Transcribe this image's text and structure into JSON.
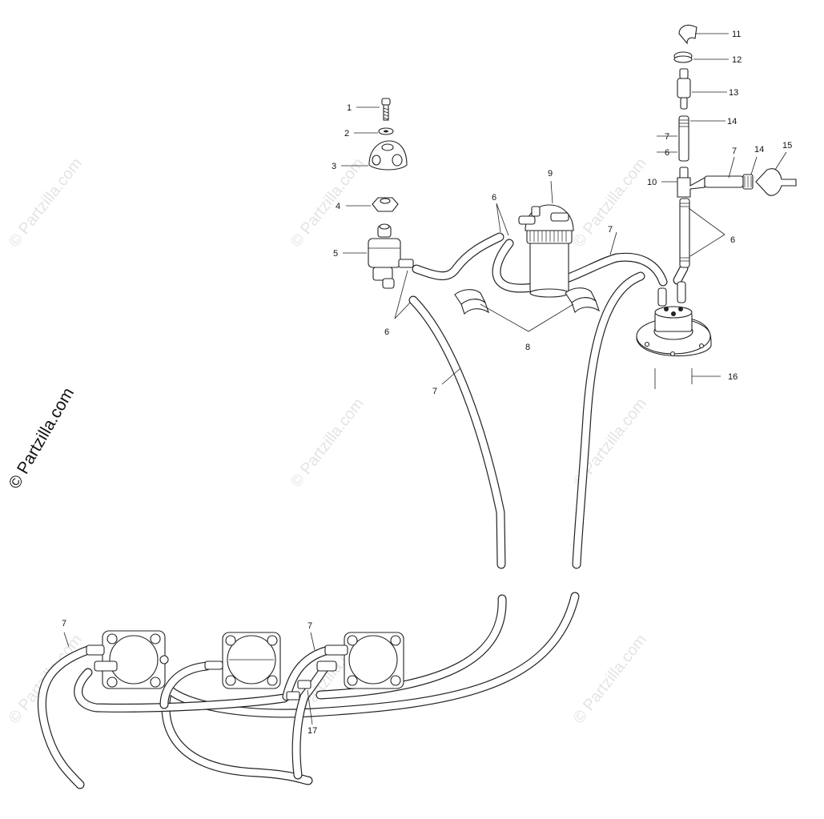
{
  "watermark": {
    "text": "© Partzilla.com"
  },
  "callouts": [
    {
      "id": "c1",
      "label": "1"
    },
    {
      "id": "c2",
      "label": "2"
    },
    {
      "id": "c3",
      "label": "3"
    },
    {
      "id": "c4",
      "label": "4"
    },
    {
      "id": "c5",
      "label": "5"
    },
    {
      "id": "c6a",
      "label": "6"
    },
    {
      "id": "c6b",
      "label": "6"
    },
    {
      "id": "c6c",
      "label": "6"
    },
    {
      "id": "c6d",
      "label": "6"
    },
    {
      "id": "c7a",
      "label": "7"
    },
    {
      "id": "c7b",
      "label": "7"
    },
    {
      "id": "c7c",
      "label": "7"
    },
    {
      "id": "c7d",
      "label": "7"
    },
    {
      "id": "c7e",
      "label": "7"
    },
    {
      "id": "c7f",
      "label": "7"
    },
    {
      "id": "c8",
      "label": "8"
    },
    {
      "id": "c9",
      "label": "9"
    },
    {
      "id": "c10",
      "label": "10"
    },
    {
      "id": "c11",
      "label": "11"
    },
    {
      "id": "c12",
      "label": "12"
    },
    {
      "id": "c13",
      "label": "13"
    },
    {
      "id": "c14a",
      "label": "14"
    },
    {
      "id": "c14b",
      "label": "14"
    },
    {
      "id": "c15",
      "label": "15"
    },
    {
      "id": "c16",
      "label": "16"
    },
    {
      "id": "c17",
      "label": "17"
    }
  ]
}
